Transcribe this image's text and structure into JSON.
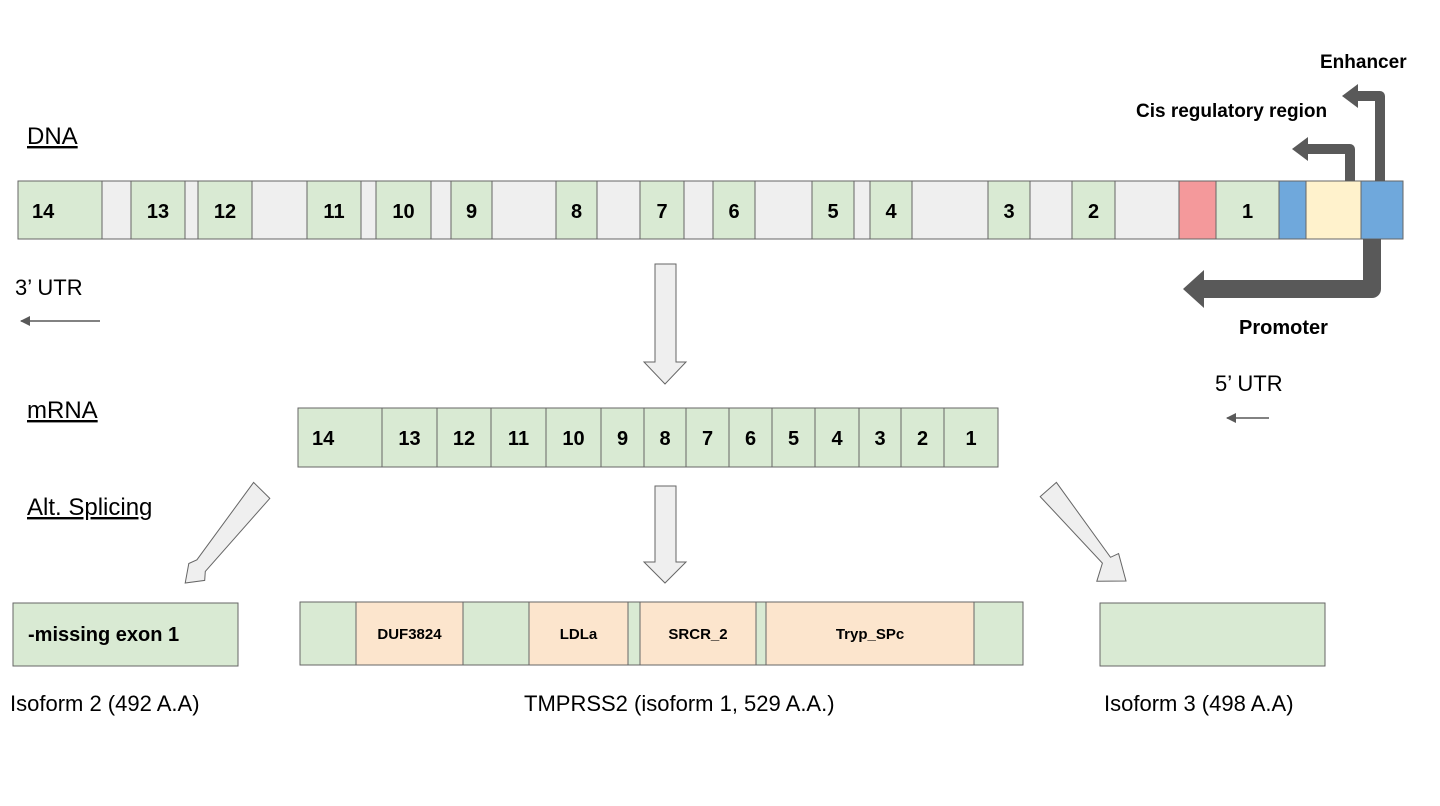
{
  "labels": {
    "dna": "DNA",
    "mrna": "mRNA",
    "alt_splicing": "Alt. Splicing",
    "utr3": "3’ UTR",
    "utr5": "5’  UTR",
    "enhancer": "Enhancer",
    "cis_regulatory": "Cis regulatory region",
    "promoter": "Promoter"
  },
  "dna_exons": [
    "14",
    "13",
    "12",
    "11",
    "10",
    "9",
    "8",
    "7",
    "6",
    "5",
    "4",
    "3",
    "2",
    "1"
  ],
  "mrna_exons": [
    "14",
    "13",
    "12",
    "11",
    "10",
    "9",
    "8",
    "7",
    "6",
    "5",
    "4",
    "3",
    "2",
    "1"
  ],
  "isoform2": {
    "inner": "-missing exon 1",
    "caption": "Isoform 2 (492 A.A)"
  },
  "isoform1": {
    "domains": [
      "DUF3824",
      "LDLa",
      "SRCR_2",
      "Tryp_SPc"
    ],
    "caption": "TMPRSS2 (isoform 1, 529 A.A.)"
  },
  "isoform3": {
    "caption": "Isoform 3 (498 A.A)"
  },
  "colors": {
    "exon": "#d9ead3",
    "intron": "#efefef",
    "stroke": "#666666",
    "red_element": "#f4999b",
    "blue_element": "#6fa8dc",
    "yellow_element": "#fff2cc",
    "domain": "#fce5cd",
    "regulatory_arrow": "#595959"
  }
}
